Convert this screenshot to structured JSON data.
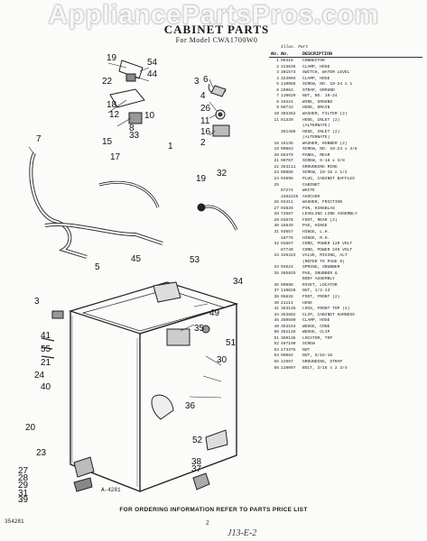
{
  "watermark": "AppliancePartsPros.com",
  "title": "CABINET PARTS",
  "subtitle": "For Model CWA1700W0",
  "parts_header": {
    "illus": "No.",
    "part": "No.",
    "desc": "DESCRIPTION",
    "top": "Illus.  Part"
  },
  "parts": [
    {
      "n": "1",
      "p": "95418",
      "d": "CONNECTOR"
    },
    {
      "n": "2",
      "p": "313635",
      "d": "CLAMP, HOSE"
    },
    {
      "n": "3",
      "p": "301573",
      "d": "SWITCH, WATER LEVEL"
    },
    {
      "n": "4",
      "p": "323004",
      "d": "CLAMP, HOSE"
    },
    {
      "n": "5",
      "p": "110088",
      "d": "SCREW, NO. 10-24 x 1"
    },
    {
      "n": "6",
      "p": "28963",
      "d": "STRAP, GROUND"
    },
    {
      "n": "7",
      "p": "110629",
      "d": "NUT, NO. 10-24"
    },
    {
      "n": "8",
      "p": "18324",
      "d": "WIRE, GROUND"
    },
    {
      "n": "9",
      "p": "96743",
      "d": "HOSE, DRAIN"
    },
    {
      "n": "10",
      "p": "303362",
      "d": "WASHER, FILTER (2)"
    },
    {
      "n": "11",
      "p": "81339",
      "d": "HOSE, INLET (2)"
    },
    {
      "n": "",
      "p": "",
      "d": "(ALTERNATE)"
    },
    {
      "n": "",
      "p": "361488",
      "d": "HOSE, INLET (2)"
    },
    {
      "n": "",
      "p": "",
      "d": "(ALTERNATE)"
    },
    {
      "n": "18",
      "p": "16135",
      "d": "WASHER, RUBBER (2)"
    },
    {
      "n": "19",
      "p": "90863",
      "d": "SCREW, NO. 10-24 x 3/8"
    },
    {
      "n": "20",
      "p": "85379",
      "d": "PANEL, REAR"
    },
    {
      "n": "21",
      "p": "90767",
      "d": "SCREW, 6-18 x 3/8"
    },
    {
      "n": "22",
      "p": "353111",
      "d": "GROUNDING RING"
    },
    {
      "n": "23",
      "p": "98886",
      "d": "SCREW, 10-16 x 1/2"
    },
    {
      "n": "24",
      "p": "94696",
      "d": "PLUG, CABINET BAFFLES"
    },
    {
      "n": "25",
      "p": "",
      "d": "CABINET"
    },
    {
      "n": "",
      "p": "87274",
      "d": "WHITE"
    },
    {
      "n": "",
      "p": "3462225",
      "d": "AVOCADO"
    },
    {
      "n": "26",
      "p": "93411",
      "d": "WASHER, FRICTION"
    },
    {
      "n": "27",
      "p": "93839",
      "d": "PIN, KINGBLAS"
    },
    {
      "n": "28",
      "p": "73587",
      "d": "LEVELING LINK ASSEMBLY"
    },
    {
      "n": "29",
      "p": "93878",
      "d": "FOOT, REAR (2)"
    },
    {
      "n": "30",
      "p": "18849",
      "d": "PAD, HINGE"
    },
    {
      "n": "31",
      "p": "93657",
      "d": "HINGE, L.H."
    },
    {
      "n": "",
      "p": "18775",
      "d": "HINGE, R.H."
    },
    {
      "n": "32",
      "p": "93867",
      "d": "CORD, POWER 120 VOLT"
    },
    {
      "n": "",
      "p": "87740",
      "d": "CORD, POWER 240 VOLT"
    },
    {
      "n": "33",
      "p": "349423",
      "d": "VALVE, MIXING, ALT"
    },
    {
      "n": "",
      "p": "",
      "d": "(REFER TO PAGE 8)"
    },
    {
      "n": "34",
      "p": "93624",
      "d": "SPRING, SNUBBER"
    },
    {
      "n": "35",
      "p": "365825",
      "d": "PAD, SNUBBER &"
    },
    {
      "n": "",
      "p": "",
      "d": "BODY ASSEMBLY"
    },
    {
      "n": "36",
      "p": "90898",
      "d": "RIVET, LOCATOR"
    },
    {
      "n": "37",
      "p": "110028",
      "d": "NUT, 1/2-13"
    },
    {
      "n": "38",
      "p": "95828",
      "d": "FOOT, FRONT (2)"
    },
    {
      "n": "40",
      "p": "21114",
      "d": "HOSE"
    },
    {
      "n": "41",
      "p": "353145",
      "d": "LOCK, FRONT TOP (2)"
    },
    {
      "n": "44",
      "p": "353882",
      "d": "CLIP, CABINET HARNESS"
    },
    {
      "n": "45",
      "p": "350590",
      "d": "CLAMP, HOSE"
    },
    {
      "n": "49",
      "p": "353194",
      "d": "WEDGE, CONE"
    },
    {
      "n": "50",
      "p": "352125",
      "d": "WEDGE, CLIP"
    },
    {
      "n": "51",
      "p": "350136",
      "d": "LOCATOR, TOP"
    },
    {
      "n": "52",
      "p": "407190",
      "d": "SCREW"
    },
    {
      "n": "53",
      "p": "273375",
      "d": "NUT"
    },
    {
      "n": "54",
      "p": "90884",
      "d": "NUT, 5/16-18"
    },
    {
      "n": "55",
      "p": "14997",
      "d": "GROUNDING, STRAP"
    },
    {
      "n": "56",
      "p": "110097",
      "d": "BOLT, 3/16 x 2 3/4"
    }
  ],
  "callouts": [
    "19",
    "54",
    "44",
    "22",
    "8",
    "12",
    "18",
    "10",
    "11",
    "16",
    "2",
    "1",
    "6",
    "3",
    "4",
    "26",
    "15",
    "33",
    "7",
    "17",
    "32",
    "19",
    "45",
    "5",
    "53",
    "3",
    "41",
    "24",
    "49",
    "34",
    "55",
    "35",
    "21",
    "36",
    "51",
    "40",
    "30",
    "20",
    "52",
    "23",
    "27",
    "28",
    "29",
    "31",
    "39",
    "38",
    "37"
  ],
  "figure_label": "A-4281",
  "footer": "FOR ORDERING INFORMATION REFER TO PARTS PRICE LIST",
  "doc_code": "354281",
  "page_number": "2",
  "handwritten": "J13-E-2"
}
